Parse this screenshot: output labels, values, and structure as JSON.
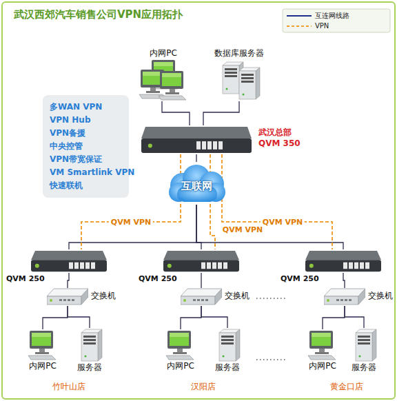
{
  "diagram": {
    "title": "武汉西郊汽车销售公司VPN应用拓扑",
    "nodes": [
      {
        "text": [
          "多WAN VPN",
          "VPN Hub",
          "VPN备援",
          "中央控管",
          "VPN带宽保证",
          "VM Smartlink VPN",
          "快速联机"
        ]
      },
      {
        "text": [
          "内网PC"
        ]
      },
      {
        "text": [
          "数据库服务器"
        ]
      },
      {
        "text": [
          "武汉总部",
          "QVM 350"
        ]
      },
      {
        "text": [
          "互联网"
        ]
      },
      {
        "text": [
          "QVM 250"
        ]
      },
      {
        "text": [
          "QVM 250"
        ]
      },
      {
        "text": [
          "QVM 250"
        ]
      },
      {
        "text": [
          "交换机"
        ]
      },
      {
        "text": [
          "交换机"
        ]
      },
      {
        "text": [
          "交换机"
        ]
      },
      {
        "text": [
          "内网PC"
        ]
      },
      {
        "text": [
          "服务器"
        ]
      },
      {
        "text": [
          "内网PC"
        ]
      },
      {
        "text": [
          "服务器"
        ]
      },
      {
        "text": [
          "内网PC"
        ]
      },
      {
        "text": [
          "服务器"
        ]
      }
    ],
    "edges": [
      {
        "from": 1,
        "to": 3,
        "arrow": "none"
      },
      {
        "from": 2,
        "to": 3,
        "arrow": "none"
      },
      {
        "from": 3,
        "to": 4,
        "arrow": "none"
      },
      {
        "from": 4,
        "to": 5,
        "arrow": "none"
      },
      {
        "from": 4,
        "to": 6,
        "arrow": "none"
      },
      {
        "from": 4,
        "to": 7,
        "arrow": "none"
      },
      {
        "from": 3,
        "to": 5,
        "label": "QVM VPN",
        "arrow": "none"
      },
      {
        "from": 3,
        "to": 6,
        "label": "QVM VPN",
        "arrow": "none"
      },
      {
        "from": 3,
        "to": 7,
        "label": "QVM VPN",
        "arrow": "none"
      },
      {
        "from": 5,
        "to": 8,
        "arrow": "none"
      },
      {
        "from": 6,
        "to": 9,
        "arrow": "none"
      },
      {
        "from": 7,
        "to": 10,
        "arrow": "none"
      },
      {
        "from": 8,
        "to": 11,
        "arrow": "none"
      },
      {
        "from": 8,
        "to": 12,
        "arrow": "none"
      },
      {
        "from": 9,
        "to": 13,
        "arrow": "none"
      },
      {
        "from": 9,
        "to": 14,
        "arrow": "none"
      },
      {
        "from": 10,
        "to": 15,
        "arrow": "none"
      },
      {
        "from": 10,
        "to": 16,
        "arrow": "none"
      }
    ],
    "labels": [
      "竹叶山店",
      "汉阳店",
      "黄金口店"
    ],
    "legend": [
      {
        "text": "互连网线路"
      },
      {
        "text": "VPN"
      }
    ]
  }
}
